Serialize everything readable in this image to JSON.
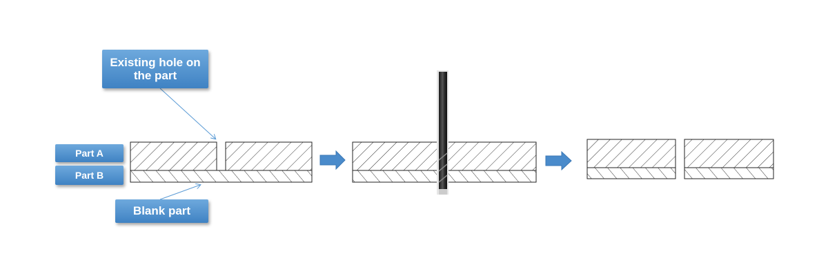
{
  "labels": {
    "existing_hole": "Existing hole on\nthe part",
    "blank_part": "Blank part",
    "part_a": "Part A",
    "part_b": "Part B"
  },
  "colors": {
    "label_fill_top": "#6ea9dd",
    "label_fill_bottom": "#3f82c3",
    "arrow_fill": "#4a8bcb",
    "leader_line": "#5b9bd5",
    "outline": "#222222",
    "tool": "#2b2b2b"
  },
  "icons": {
    "process_arrow": "right-arrow-icon",
    "drill_tool": "drill-bit-icon"
  }
}
